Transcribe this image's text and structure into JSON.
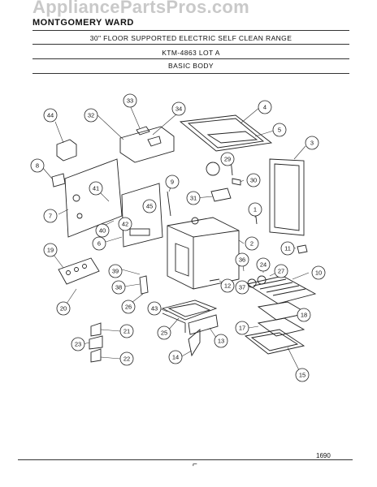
{
  "header": {
    "brand": "MONTGOMERY WARD",
    "watermark": "AppliancePartsPros.com",
    "title_line1": "30\" FLOOR SUPPORTED ELECTRIC SELF CLEAN RANGE",
    "title_line2": "KTM-4863 LOT A",
    "title_line3": "BASIC BODY"
  },
  "footer": {
    "figure_number": "1690"
  },
  "callouts": [
    "44",
    "33",
    "34",
    "32",
    "4",
    "5",
    "3",
    "8",
    "29",
    "30",
    "9",
    "41",
    "31",
    "7",
    "45",
    "40",
    "42",
    "1",
    "6",
    "2",
    "11",
    "19",
    "36",
    "10",
    "24",
    "27",
    "39",
    "38",
    "37",
    "12",
    "20",
    "26",
    "43",
    "18",
    "17",
    "21",
    "25",
    "13",
    "23",
    "14",
    "22",
    "15"
  ]
}
